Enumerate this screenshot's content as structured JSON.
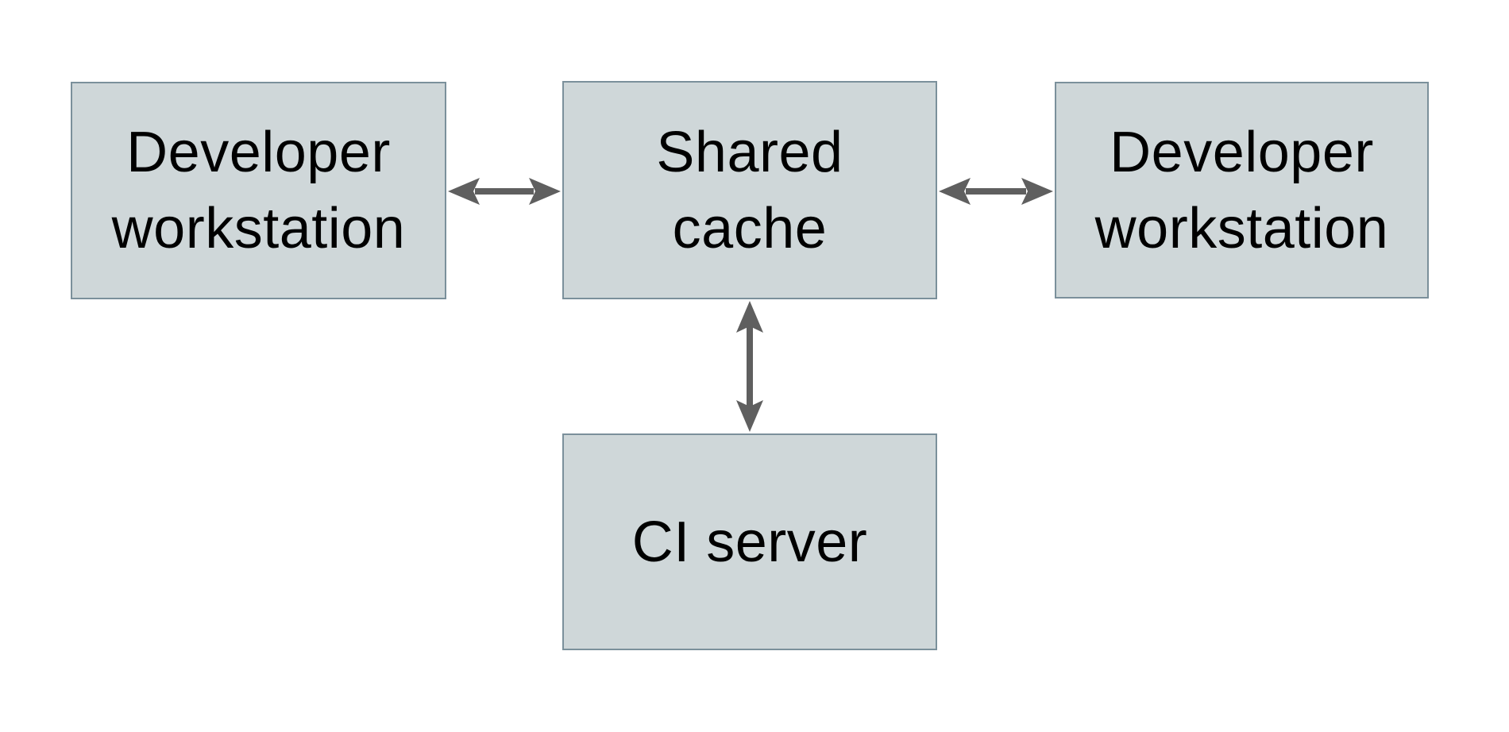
{
  "diagram": {
    "colors": {
      "background": "#ffffff",
      "node_fill": "#cfd7d9",
      "node_border": "#7b909b",
      "arrow": "#5f5f5f",
      "text": "#000000"
    },
    "nodes": [
      {
        "id": "developer-workstation-left",
        "label": "Developer workstation",
        "lines": [
          "Developer",
          "workstation"
        ]
      },
      {
        "id": "shared-cache",
        "label": "Shared cache",
        "lines": [
          "Shared",
          "cache"
        ]
      },
      {
        "id": "developer-workstation-right",
        "label": "Developer workstation",
        "lines": [
          "Developer",
          "workstation"
        ]
      },
      {
        "id": "ci-server",
        "label": "CI server",
        "lines": [
          "CI server"
        ]
      }
    ],
    "edges": [
      {
        "from": "developer-workstation-left",
        "to": "shared-cache",
        "direction": "bidirectional",
        "orientation": "horizontal"
      },
      {
        "from": "shared-cache",
        "to": "developer-workstation-right",
        "direction": "bidirectional",
        "orientation": "horizontal"
      },
      {
        "from": "shared-cache",
        "to": "ci-server",
        "direction": "bidirectional",
        "orientation": "vertical"
      }
    ]
  }
}
